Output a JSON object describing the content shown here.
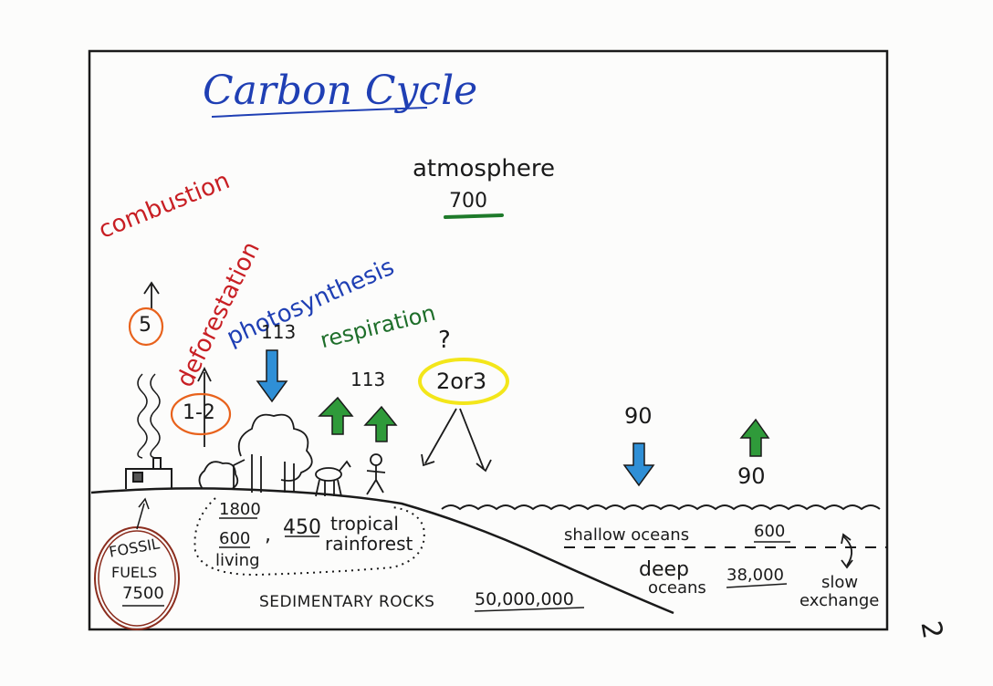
{
  "title": "Carbon Cycle",
  "page_number": "2",
  "atmosphere": {
    "label": "atmosphere",
    "value": "700"
  },
  "fluxes": {
    "combustion": {
      "label": "combustion",
      "value": "5"
    },
    "deforestation": {
      "label": "deforestation",
      "value": "1-2"
    },
    "photosynthesis": {
      "label": "photosynthesis",
      "value": "113"
    },
    "respiration": {
      "label": "respiration",
      "value": "113"
    },
    "unknown": {
      "mark": "?",
      "value": "2or3"
    },
    "ocean_down": {
      "value": "90"
    },
    "ocean_up": {
      "value": "90"
    }
  },
  "reservoirs": {
    "land": {
      "total": "1800",
      "living": "600",
      "living_label": "living",
      "separator": ",",
      "rainforest": "450",
      "rainforest_label": "tropical",
      "rainforest_label2": "rainforest"
    },
    "fossil": {
      "line1": "FOSSIL",
      "line2": "FUELS",
      "value": "7500"
    },
    "shallow": {
      "label": "shallow oceans",
      "value": "600"
    },
    "deep": {
      "label1": "deep",
      "label2": "oceans",
      "value": "38,000"
    },
    "exchange": {
      "label1": "slow",
      "label2": "exchange"
    },
    "sediment": {
      "label": "SEDIMENTARY ROCKS",
      "value": "50,000,000"
    }
  },
  "colors": {
    "ink": "#1a1a1a",
    "blue": "#1f3fb4",
    "red": "#c81f24",
    "green": "#1e6e2a",
    "orange": "#e8621c",
    "yellow": "#f3e61a",
    "arrow_blue": "#2f8fd6",
    "arrow_green": "#2f9a3a",
    "brown": "#8b2d1e"
  }
}
